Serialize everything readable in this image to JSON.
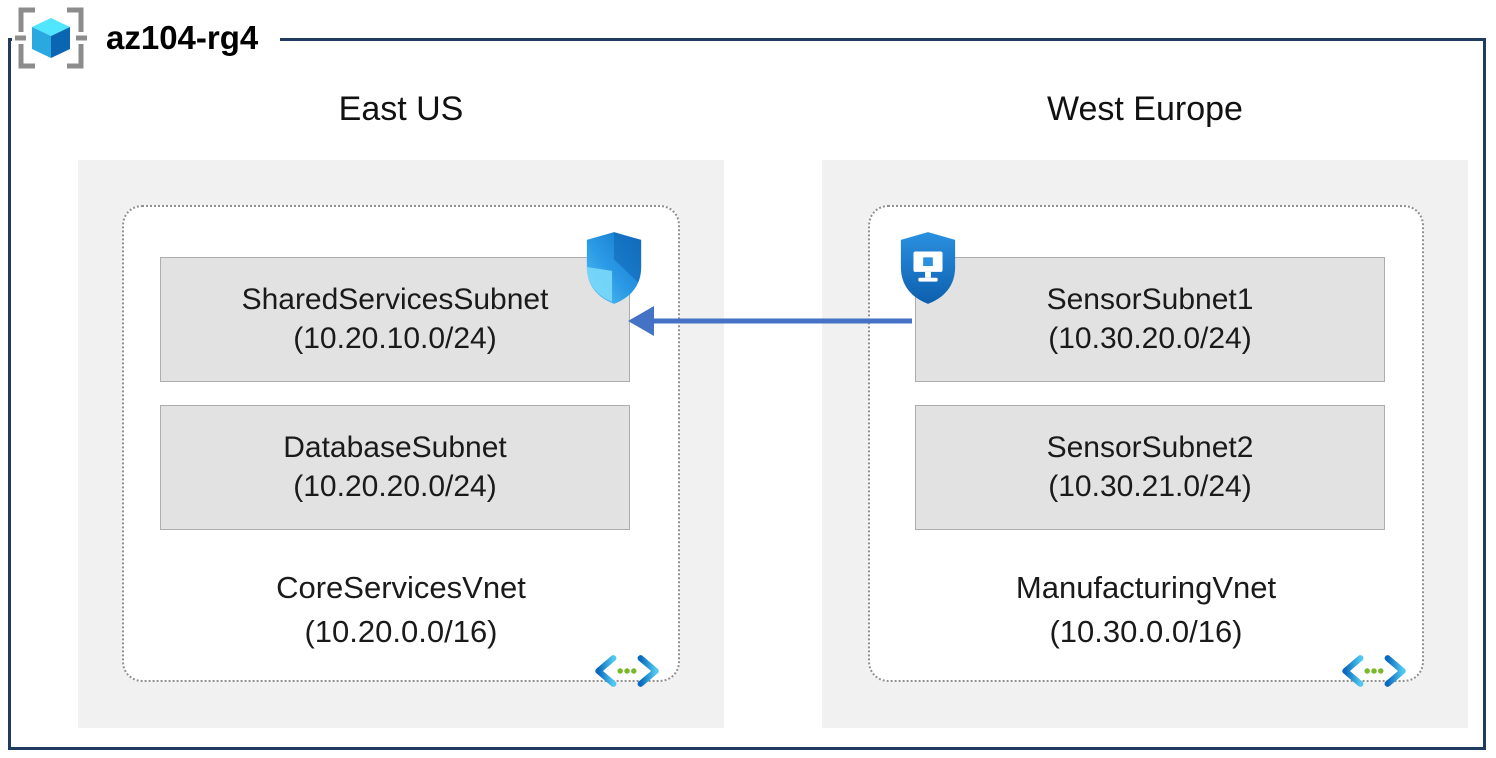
{
  "title": "az104-rg4",
  "regions": [
    {
      "name": "East US",
      "vnet_name": "CoreServicesVnet",
      "vnet_cidr": "(10.20.0.0/16)",
      "subnets": [
        {
          "name": "SharedServicesSubnet",
          "cidr": "(10.20.10.0/24)"
        },
        {
          "name": "DatabaseSubnet",
          "cidr": "(10.20.20.0/24)"
        }
      ]
    },
    {
      "name": "West Europe",
      "vnet_name": "ManufacturingVnet",
      "vnet_cidr": "(10.30.0.0/16)",
      "subnets": [
        {
          "name": "SensorSubnet1",
          "cidr": "(10.30.20.0/24)"
        },
        {
          "name": "SensorSubnet2",
          "cidr": "(10.30.21.0/24)"
        }
      ]
    }
  ],
  "connection": {
    "from_subnet": "SensorSubnet1",
    "to_subnet": "SharedServicesSubnet",
    "direction": "right-to-left",
    "color": "#4472c4"
  },
  "icons": {
    "resource_group": "resource-group-icon",
    "left_badge": "network-security-shield-icon",
    "right_badge": "security-shield-monitor-icon",
    "vnet": "virtual-network-icon"
  },
  "colors": {
    "frame_border": "#1f3c60",
    "region_fill": "#f1f1f1",
    "subnet_fill": "#e2e2e2",
    "subnet_border": "#adadad",
    "vnet_dotted_border": "#8f8f8f",
    "arrow": "#4472c4",
    "shield_blue": "#1272c8",
    "shield_cyan": "#57c7f4",
    "vnet_dot_green": "#77b928"
  }
}
